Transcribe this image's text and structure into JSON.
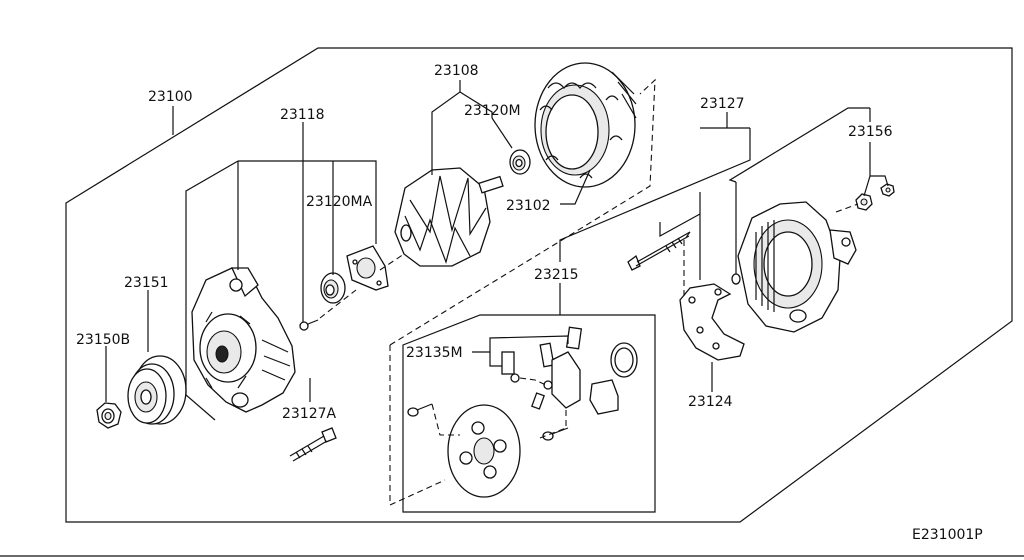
{
  "labels": {
    "p23100": "23100",
    "p23118": "23118",
    "p23108": "23108",
    "p23120M": "23120M",
    "p23120MA": "23120MA",
    "p23102": "23102",
    "p23127": "23127",
    "p23156": "23156",
    "p23151": "23151",
    "p23150B": "23150B",
    "p23215": "23215",
    "p23135M": "23135M",
    "p23127A": "23127A",
    "p23124": "23124"
  },
  "diagram_code": "E231001P"
}
